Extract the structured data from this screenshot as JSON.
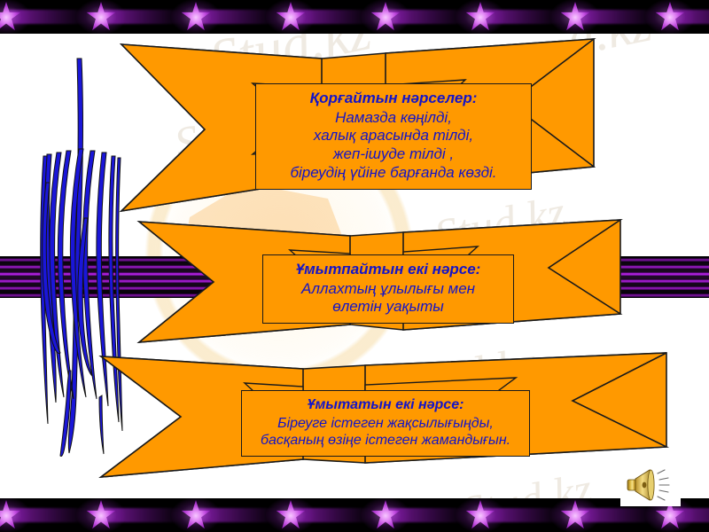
{
  "slide": {
    "background_color": "#ffffff",
    "banner_color": "#FF9900",
    "text_color": "#1414c8",
    "border_color": "#000000",
    "stripe_accent": "#a818d8"
  },
  "banners": [
    {
      "id": "banner-1",
      "headline": "Қорғайтын нәрселер:",
      "lines": [
        "Намазда көңілді,",
        "халық арасында тілді,",
        "жеп-ішуде тілді ,",
        "біреудің үйіне барғанда көзді."
      ]
    },
    {
      "id": "banner-2",
      "headline": "Ұмытпайтын екі нәрсе:",
      "lines": [
        "Аллахтың ұлылығы мен",
        "өлетін уақыты"
      ]
    },
    {
      "id": "banner-3",
      "headline": "Ұмытатын екі нәрсе:",
      "lines": [
        "Біреуге істеген жақсылығыңды,",
        "басқаның өзіңе істеген жамандығын."
      ]
    }
  ],
  "decorations": {
    "top_border": "star-border",
    "bottom_border": "star-border",
    "middle_band": "striped-band",
    "scribble": "blue-scribble",
    "speaker": "speaker-icon"
  },
  "watermarks": {
    "w1": "Stud.kz",
    "w2": "Stud.kz",
    "w3": "kz - Stud.kz",
    "w4": "Stud.kz",
    "w5": "Stud.kz",
    "w6": "d.kz"
  }
}
